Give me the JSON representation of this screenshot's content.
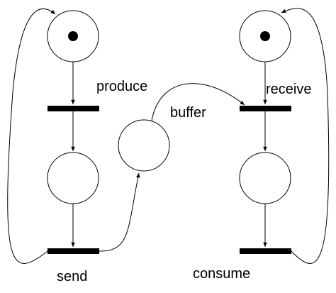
{
  "labels": {
    "produce": "produce",
    "buffer": "buffer",
    "receive": "receive",
    "send": "send",
    "consume": "consume"
  },
  "places": {
    "producer_ready": {
      "tokens": 1
    },
    "producer_sent": {
      "tokens": 0
    },
    "buffer": {
      "tokens": 0
    },
    "consumer_ready": {
      "tokens": 1
    },
    "consumer_received": {
      "tokens": 0
    }
  },
  "colors": {
    "stroke": "#000000",
    "fill": "#ffffff"
  }
}
